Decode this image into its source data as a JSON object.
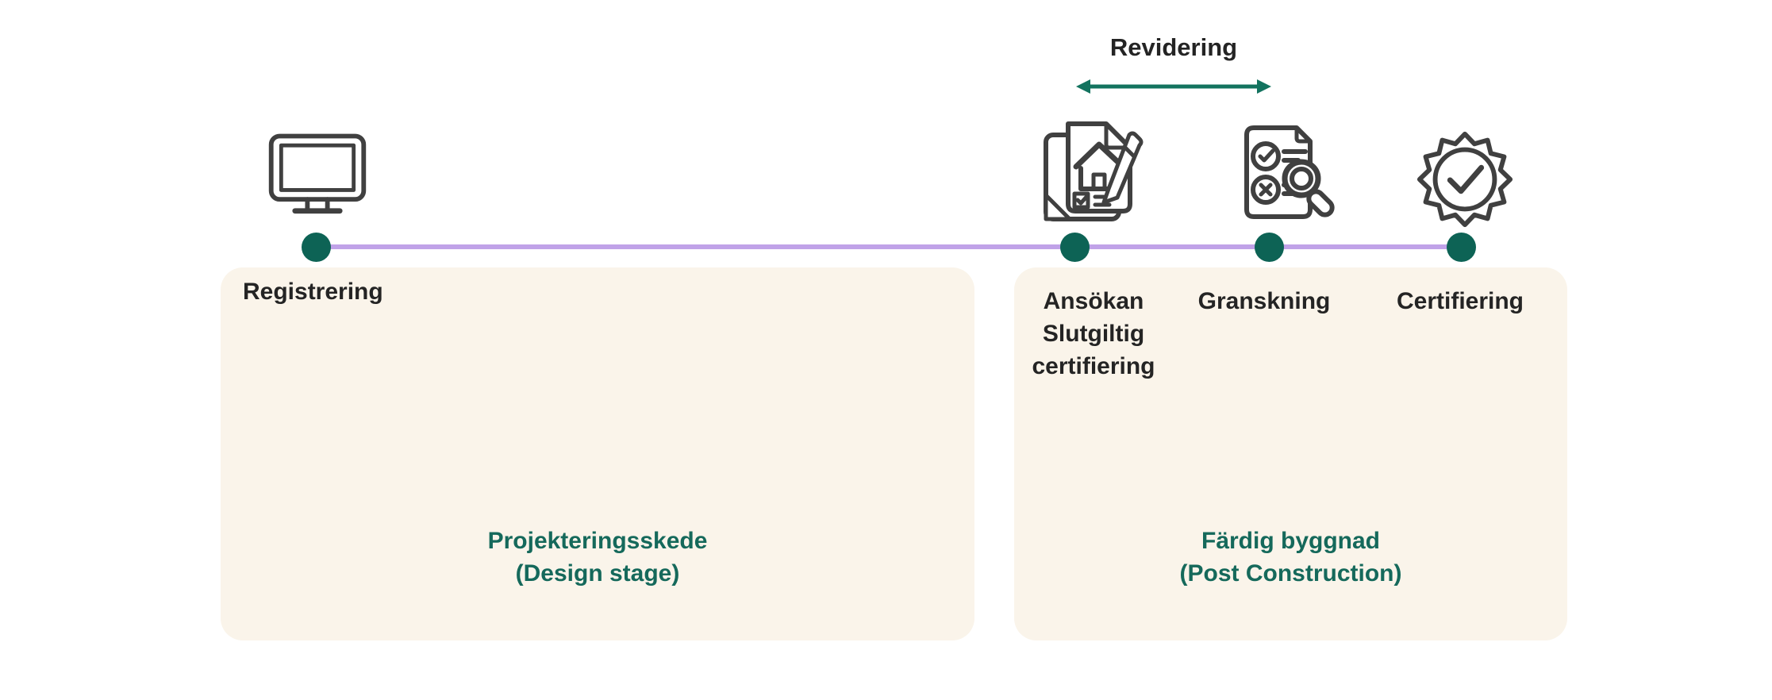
{
  "annotation": {
    "label": "Revidering"
  },
  "milestones": {
    "registrering": {
      "label": "Registrering",
      "icon": "computer-monitor-icon"
    },
    "ansokan": {
      "line1": "Ansökan",
      "line2": "Slutgiltig",
      "line3": "certifiering",
      "icon": "application-document-icon"
    },
    "granskning": {
      "label": "Granskning",
      "icon": "review-checklist-icon"
    },
    "certifiering": {
      "label": "Certifiering",
      "icon": "certificate-badge-icon"
    }
  },
  "stages": {
    "design": {
      "title": "Projekteringsskede",
      "subtitle": "(Design stage)"
    },
    "post_construction": {
      "title": "Färdig byggnad",
      "subtitle": "(Post Construction)"
    }
  },
  "colors": {
    "timeline_purple": "#c0a2e8",
    "milestone_dot_teal": "#0d6355",
    "stage_text_teal": "#15695b",
    "arrow_teal": "#13735f",
    "label_dark": "#242424",
    "stage_box_cream": "#faf4ea",
    "icon_stroke": "#404040",
    "background": "#ffffff"
  }
}
